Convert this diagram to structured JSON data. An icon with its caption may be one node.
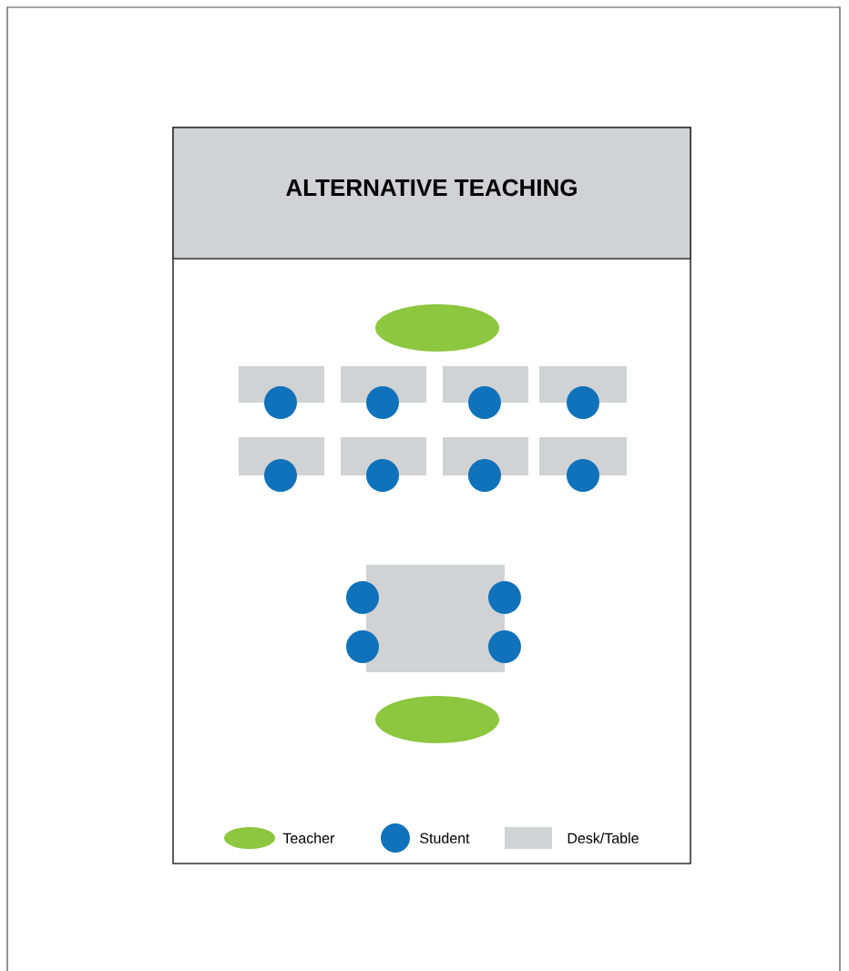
{
  "diagram": {
    "title": "ALTERNATIVE TEACHING",
    "legend": [
      {
        "text": "Teacher",
        "color": "#8dc63f"
      },
      {
        "text": "Student",
        "color": "#0f72ba"
      },
      {
        "text": "Desk/Table",
        "color": "#d1d2d4"
      }
    ]
  }
}
